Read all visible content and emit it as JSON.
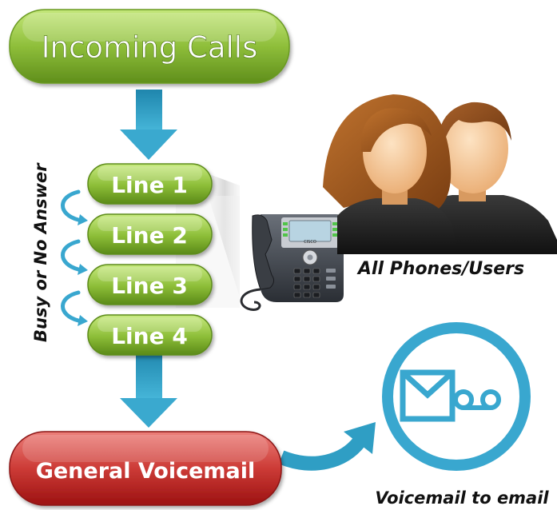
{
  "incoming": {
    "label": "Incoming Calls"
  },
  "lines": [
    {
      "label": "Line 1"
    },
    {
      "label": "Line 2"
    },
    {
      "label": "Line 3"
    },
    {
      "label": "Line 4"
    }
  ],
  "rollover": {
    "label": "Busy or No Answer"
  },
  "phone": {
    "brand": "CISCO"
  },
  "users": {
    "label": "All Phones/Users"
  },
  "general_voicemail": {
    "label": "General Voicemail"
  },
  "voicemail_email": {
    "label": "Voicemail to email"
  },
  "colors": {
    "green_top": "#b5dd5e",
    "green_bottom": "#6a9a1f",
    "red_top": "#e06a66",
    "red_bottom": "#a81616",
    "arrow_blue": "#2f9ec4",
    "icon_blue": "#39a7cf"
  }
}
